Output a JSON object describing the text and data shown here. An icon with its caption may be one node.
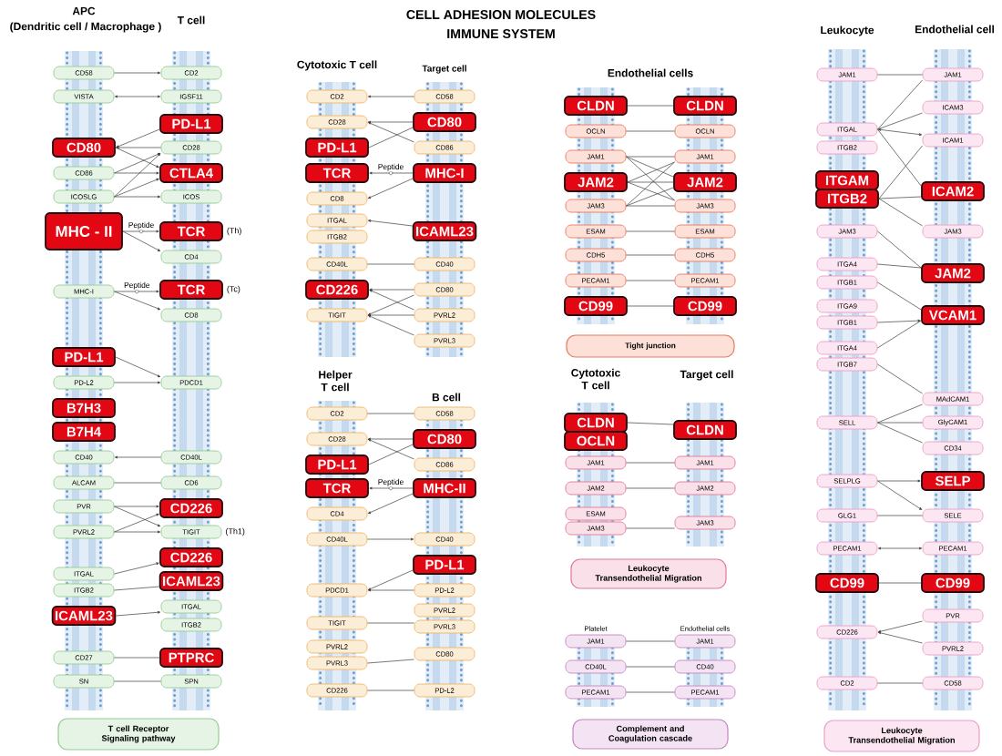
{
  "diagram": {
    "title": "CELL ADHESION MOLECULES",
    "nodes": [
      {
        "text": [
          "CD58"
        ]
      },
      {
        "text": [
          "VISTA"
        ]
      },
      {
        "text": [
          "CD80"
        ]
      },
      {
        "text": [
          "CD86"
        ]
      },
      {
        "text": [
          "ICOSLG"
        ]
      },
      {
        "text": [
          "MHC - II"
        ]
      },
      {
        "text": [
          "MHC-I"
        ]
      },
      {
        "text": [
          "PD-L1"
        ]
      },
      {
        "text": [
          "PD-L2"
        ]
      },
      {
        "text": [
          "B7H3"
        ]
      },
      {
        "text": [
          "B7H4"
        ]
      },
      {
        "text": [
          "CD40"
        ]
      },
      {
        "text": [
          "ALCAM"
        ]
      },
      {
        "text": [
          "PVR"
        ]
      },
      {
        "text": [
          "PVRL2"
        ]
      },
      {
        "text": [
          "ITGAL"
        ]
      },
      {
        "text": [
          "ITGB2"
        ]
      },
      {
        "text": [
          "ICAML23"
        ]
      },
      {
        "text": [
          "CD27"
        ]
      },
      {
        "text": [
          "SN"
        ]
      },
      {
        "text": [
          "CD2"
        ]
      },
      {
        "text": [
          "IGSF11"
        ]
      },
      {
        "text": [
          "PD-L1"
        ]
      },
      {
        "text": [
          "CD28"
        ]
      },
      {
        "text": [
          "CTLA4"
        ]
      },
      {
        "text": [
          "ICOS"
        ]
      },
      {
        "text": [
          "TCR"
        ],
        "beside": [
          "(Th)"
        ]
      },
      {
        "text": [
          "CD4"
        ]
      },
      {
        "text": [
          "TCR"
        ],
        "beside": [
          "(Tc)"
        ]
      },
      {
        "text": [
          "CD8"
        ]
      },
      {
        "text": [
          "PDCD1"
        ]
      },
      {
        "text": [
          "CD40L"
        ]
      },
      {
        "text": [
          "CD6"
        ]
      },
      {
        "text": [
          "CD226"
        ]
      },
      {
        "text": [
          "TIGIT"
        ],
        "beside": [
          "(Th1)"
        ]
      },
      {
        "text": [
          "CD226"
        ]
      },
      {
        "text": [
          "ICAML23"
        ]
      },
      {
        "text": [
          "ITGAL"
        ]
      },
      {
        "text": [
          "ITGB2"
        ]
      },
      {
        "text": [
          "PTPRC"
        ]
      },
      {
        "text": [
          "SPN"
        ]
      },
      {
        "text": [
          "T cell Receptor Signaling pathway"
        ]
      },
      {
        "text": [
          "CD2"
        ]
      },
      {
        "text": [
          "CD28"
        ]
      },
      {
        "text": [
          "PD-L1"
        ]
      },
      {
        "text": [
          "TCR"
        ]
      },
      {
        "text": [
          "CD8"
        ]
      },
      {
        "text": [
          "ITGAL"
        ]
      },
      {
        "text": [
          "ITGB2"
        ]
      },
      {
        "text": [
          "CD40L"
        ]
      },
      {
        "text": [
          "CD226"
        ]
      },
      {
        "text": [
          "TIGIT"
        ]
      },
      {
        "text": [
          "CD58"
        ]
      },
      {
        "text": [
          "CD80"
        ]
      },
      {
        "text": [
          "CD86"
        ]
      },
      {
        "text": [
          "MHC-I"
        ]
      },
      {
        "text": [
          "ICAML23"
        ]
      },
      {
        "text": [
          "CD40"
        ]
      },
      {
        "text": [
          "CD80"
        ]
      },
      {
        "text": [
          "PVRL2"
        ]
      },
      {
        "text": [
          "PVRL3"
        ]
      },
      {
        "text": [
          "CD2"
        ]
      },
      {
        "text": [
          "CD28"
        ]
      },
      {
        "text": [
          "PD-L1"
        ]
      },
      {
        "text": [
          "TCR"
        ]
      },
      {
        "text": [
          "CD4"
        ]
      },
      {
        "text": [
          "CD40L"
        ]
      },
      {
        "text": [
          "PDCD1"
        ]
      },
      {
        "text": [
          "TIGIT"
        ]
      },
      {
        "text": [
          "PVRL2"
        ]
      },
      {
        "text": [
          "PVRL3"
        ]
      },
      {
        "text": [
          "CD226"
        ]
      },
      {
        "text": [
          "CD58"
        ]
      },
      {
        "text": [
          "CD80"
        ]
      },
      {
        "text": [
          "CD86"
        ]
      },
      {
        "text": [
          "MHC-II"
        ]
      },
      {
        "text": [
          "CD40"
        ]
      },
      {
        "text": [
          "PD-L1"
        ]
      },
      {
        "text": [
          "PD-L2"
        ]
      },
      {
        "text": [
          "PVRL2"
        ]
      },
      {
        "text": [
          "PVRL3"
        ]
      },
      {
        "text": [
          "CD80"
        ]
      },
      {
        "text": [
          "PD-L2"
        ]
      },
      {
        "text": [
          "CLDN"
        ]
      },
      {
        "text": [
          "OCLN"
        ]
      },
      {
        "text": [
          "JAM1"
        ]
      },
      {
        "text": [
          "JAM2"
        ]
      },
      {
        "text": [
          "JAM3"
        ]
      },
      {
        "text": [
          "ESAM"
        ]
      },
      {
        "text": [
          "CDH5"
        ]
      },
      {
        "text": [
          "PECAM1"
        ]
      },
      {
        "text": [
          "CD99"
        ]
      },
      {
        "text": [
          "CLDN"
        ]
      },
      {
        "text": [
          "OCLN"
        ]
      },
      {
        "text": [
          "JAM1"
        ]
      },
      {
        "text": [
          "JAM2"
        ]
      },
      {
        "text": [
          "JAM3"
        ]
      },
      {
        "text": [
          "ESAM"
        ]
      },
      {
        "text": [
          "CDH5"
        ]
      },
      {
        "text": [
          "PECAM1"
        ]
      },
      {
        "text": [
          "CD99"
        ]
      },
      {
        "text": [
          "Tight junction"
        ]
      },
      {
        "text": [
          "CLDN"
        ]
      },
      {
        "text": [
          "OCLN"
        ]
      },
      {
        "text": [
          "JAM1"
        ]
      },
      {
        "text": [
          "JAM2"
        ]
      },
      {
        "text": [
          "ESAM"
        ]
      },
      {
        "text": [
          "JAM3"
        ]
      },
      {
        "text": [
          "CLDN"
        ]
      },
      {
        "text": [
          "JAM1"
        ]
      },
      {
        "text": [
          "JAM2"
        ]
      },
      {
        "text": [
          "JAM3"
        ]
      },
      {
        "text": [
          "Leukocyte Transendothelial Migration"
        ]
      },
      {
        "text": [
          "JAM1"
        ]
      },
      {
        "text": [
          "CD40L"
        ]
      },
      {
        "text": [
          "PECAM1"
        ]
      },
      {
        "text": [
          "JAM1"
        ]
      },
      {
        "text": [
          "CD40"
        ]
      },
      {
        "text": [
          "PECAM1"
        ]
      },
      {
        "text": [
          "Complement and Coagulation cascade"
        ]
      },
      {
        "text": [
          "JAM1"
        ]
      },
      {
        "text": [
          "ITGAL"
        ]
      },
      {
        "text": [
          "ITGB2"
        ]
      },
      {
        "text": [
          "ITGAM"
        ]
      },
      {
        "text": [
          "ITGB2"
        ]
      },
      {
        "text": [
          "JAM3"
        ]
      },
      {
        "text": [
          "ITGA4"
        ]
      },
      {
        "text": [
          "ITGB1"
        ]
      },
      {
        "text": [
          "ITGA9"
        ]
      },
      {
        "text": [
          "ITGB1"
        ]
      },
      {
        "text": [
          "ITGA4"
        ]
      },
      {
        "text": [
          "ITGB7"
        ]
      },
      {
        "text": [
          "SELL"
        ]
      },
      {
        "text": [
          "SELPLG"
        ]
      },
      {
        "text": [
          "GLG1"
        ]
      },
      {
        "text": [
          "PECAM1"
        ]
      },
      {
        "text": [
          "CD99"
        ]
      },
      {
        "text": [
          "CD226"
        ]
      },
      {
        "text": [
          "CD2"
        ]
      },
      {
        "text": [
          "JAM1"
        ]
      },
      {
        "text": [
          "ICAM3"
        ]
      },
      {
        "text": [
          "ICAM1"
        ]
      },
      {
        "text": [
          "ICAM2"
        ]
      },
      {
        "text": [
          "JAM3"
        ]
      },
      {
        "text": [
          "JAM2"
        ]
      },
      {
        "text": [
          "VCAM1"
        ]
      },
      {
        "text": [
          "MAdCAM1"
        ]
      },
      {
        "text": [
          "GlyCAM1"
        ]
      },
      {
        "text": [
          "CD34"
        ]
      },
      {
        "text": [
          "SELP"
        ]
      },
      {
        "text": [
          "SELE"
        ]
      },
      {
        "text": [
          "PECAM1"
        ]
      },
      {
        "text": [
          "CD99"
        ]
      },
      {
        "text": [
          "PVR"
        ]
      },
      {
        "text": [
          "PVRL2"
        ]
      },
      {
        "text": [
          "CD58"
        ]
      },
      {
        "text": [
          "Leukocyte Transendothelial Migration"
        ]
      }
    ],
    "edges": [
      {
        "from": 0,
        "to": 20,
        "arrow": "to"
      },
      {
        "from": 1,
        "to": 21,
        "arrow": "both"
      },
      {
        "from": 22,
        "to": 2,
        "arrow": "to"
      },
      {
        "from": 23,
        "to": 2,
        "arrow": "to"
      },
      {
        "from": 2,
        "to": 24,
        "arrow": "to"
      },
      {
        "from": 3,
        "to": 23,
        "arrow": "to"
      },
      {
        "from": 3,
        "to": 24,
        "arrow": "to"
      },
      {
        "from": 4,
        "to": 23,
        "arrow": "to"
      },
      {
        "from": 4,
        "to": 24,
        "arrow": "to"
      },
      {
        "from": 4,
        "to": 25,
        "arrow": "to"
      },
      {
        "from": 5,
        "to": 26,
        "arrow": "to",
        "label": "Peptide"
      },
      {
        "from": 5,
        "to": 27,
        "arrow": "to"
      },
      {
        "from": 6,
        "to": 28,
        "arrow": "to",
        "label": "Peptide"
      },
      {
        "from": 6,
        "to": 29,
        "arrow": "to"
      },
      {
        "from": 7,
        "to": 30,
        "arrow": "to"
      },
      {
        "from": 8,
        "to": 30,
        "arrow": "to"
      },
      {
        "from": 31,
        "to": 11,
        "arrow": "to"
      },
      {
        "from": 12,
        "to": 32,
        "arrow": "none"
      },
      {
        "from": 13,
        "to": 33,
        "arrow": "to"
      },
      {
        "from": 13,
        "to": 34,
        "arrow": "to"
      },
      {
        "from": 14,
        "to": 33,
        "arrow": "to"
      },
      {
        "from": 14,
        "to": 34,
        "arrow": "to"
      },
      {
        "from": 15,
        "to": 35,
        "arrow": "to"
      },
      {
        "from": 16,
        "to": 36,
        "arrow": "none"
      },
      {
        "from": 17,
        "to": 37,
        "arrow": "to"
      },
      {
        "from": 18,
        "to": 39,
        "arrow": "none"
      },
      {
        "from": 19,
        "to": 40,
        "arrow": "none"
      },
      {
        "from": 52,
        "to": 42,
        "arrow": "to"
      },
      {
        "from": 53,
        "to": 43,
        "arrow": "to"
      },
      {
        "from": 54,
        "to": 43,
        "arrow": "to"
      },
      {
        "from": 44,
        "to": 53,
        "arrow": "none"
      },
      {
        "from": 55,
        "to": 45,
        "arrow": "to",
        "label": "Peptide"
      },
      {
        "from": 55,
        "to": 46,
        "arrow": "to"
      },
      {
        "from": 56,
        "to": 47,
        "arrow": "to"
      },
      {
        "from": 49,
        "to": 57,
        "arrow": "none"
      },
      {
        "from": 58,
        "to": 50,
        "arrow": "to"
      },
      {
        "from": 59,
        "to": 50,
        "arrow": "to"
      },
      {
        "from": 58,
        "to": 51,
        "arrow": "to"
      },
      {
        "from": 59,
        "to": 51,
        "arrow": "to"
      },
      {
        "from": 60,
        "to": 51,
        "arrow": "to"
      },
      {
        "from": 72,
        "to": 61,
        "arrow": "none"
      },
      {
        "from": 73,
        "to": 62,
        "arrow": "to"
      },
      {
        "from": 74,
        "to": 62,
        "arrow": "to"
      },
      {
        "from": 63,
        "to": 73,
        "arrow": "none"
      },
      {
        "from": 75,
        "to": 64,
        "arrow": "to",
        "label": "Peptide"
      },
      {
        "from": 75,
        "to": 65,
        "arrow": "to"
      },
      {
        "from": 66,
        "to": 76,
        "arrow": "to"
      },
      {
        "from": 77,
        "to": 67,
        "arrow": "to"
      },
      {
        "from": 78,
        "to": 67,
        "arrow": "to"
      },
      {
        "from": 68,
        "to": 80,
        "arrow": "none"
      },
      {
        "from": 70,
        "to": 81,
        "arrow": "none"
      },
      {
        "from": 71,
        "to": 82,
        "arrow": "none"
      },
      {
        "from": 83,
        "to": 92,
        "arrow": "none"
      },
      {
        "from": 84,
        "to": 93,
        "arrow": "none"
      },
      {
        "from": 85,
        "to": 94,
        "arrow": "none"
      },
      {
        "from": 85,
        "to": 95,
        "arrow": "none"
      },
      {
        "from": 85,
        "to": 96,
        "arrow": "none"
      },
      {
        "from": 86,
        "to": 94,
        "arrow": "none"
      },
      {
        "from": 86,
        "to": 95,
        "arrow": "none"
      },
      {
        "from": 86,
        "to": 96,
        "arrow": "none"
      },
      {
        "from": 87,
        "to": 94,
        "arrow": "none"
      },
      {
        "from": 87,
        "to": 95,
        "arrow": "none"
      },
      {
        "from": 87,
        "to": 96,
        "arrow": "none"
      },
      {
        "from": 88,
        "to": 97,
        "arrow": "none"
      },
      {
        "from": 89,
        "to": 98,
        "arrow": "none"
      },
      {
        "from": 90,
        "to": 99,
        "arrow": "none"
      },
      {
        "from": 91,
        "to": 100,
        "arrow": "none"
      },
      {
        "from": 102,
        "to": 108,
        "arrow": "none"
      },
      {
        "from": 104,
        "to": 109,
        "arrow": "none"
      },
      {
        "from": 105,
        "to": 110,
        "arrow": "none"
      },
      {
        "from": 107,
        "to": 111,
        "arrow": "none"
      },
      {
        "from": 113,
        "to": 116,
        "arrow": "none"
      },
      {
        "from": 114,
        "to": 117,
        "arrow": "none"
      },
      {
        "from": 115,
        "to": 118,
        "arrow": "none"
      },
      {
        "from": 120,
        "to": 139,
        "arrow": "none"
      },
      {
        "from": 121,
        "to": 139,
        "arrow": "none"
      },
      {
        "from": 121,
        "to": 140,
        "arrow": "none"
      },
      {
        "from": 121,
        "to": 141,
        "arrow": "both"
      },
      {
        "from": 121,
        "to": 142,
        "arrow": "none"
      },
      {
        "from": 124,
        "to": 141,
        "arrow": "none"
      },
      {
        "from": 124,
        "to": 142,
        "arrow": "none"
      },
      {
        "from": 124,
        "to": 143,
        "arrow": "none"
      },
      {
        "from": 125,
        "to": 144,
        "arrow": "none"
      },
      {
        "from": 126,
        "to": 144,
        "arrow": "none"
      },
      {
        "from": 127,
        "to": 145,
        "arrow": "none"
      },
      {
        "from": 129,
        "to": 145,
        "arrow": "to"
      },
      {
        "from": 130,
        "to": 145,
        "arrow": "none"
      },
      {
        "from": 131,
        "to": 146,
        "arrow": "none"
      },
      {
        "from": 132,
        "to": 146,
        "arrow": "none"
      },
      {
        "from": 132,
        "to": 147,
        "arrow": "none"
      },
      {
        "from": 132,
        "to": 148,
        "arrow": "none"
      },
      {
        "from": 133,
        "to": 149,
        "arrow": "to"
      },
      {
        "from": 133,
        "to": 150,
        "arrow": "to"
      },
      {
        "from": 134,
        "to": 150,
        "arrow": "none"
      },
      {
        "from": 135,
        "to": 151,
        "arrow": "both"
      },
      {
        "from": 136,
        "to": 152,
        "arrow": "none"
      },
      {
        "from": 153,
        "to": 137,
        "arrow": "to"
      },
      {
        "from": 154,
        "to": 137,
        "arrow": "to"
      },
      {
        "from": 138,
        "to": 155,
        "arrow": "none"
      }
    ],
    "labels": [
      "IMMUNE SYSTEM",
      "APC",
      "(Dendritic cell / Macrophage )",
      "T cell",
      "Cytotoxic T cell",
      "Target cell",
      "Endothelial cells",
      "Leukocyte",
      "Endothelial cell",
      "Helper T cell",
      "B cell",
      "Cytotoxic T cell",
      "Target cell",
      "Platelet",
      "Endothelial cells"
    ]
  }
}
